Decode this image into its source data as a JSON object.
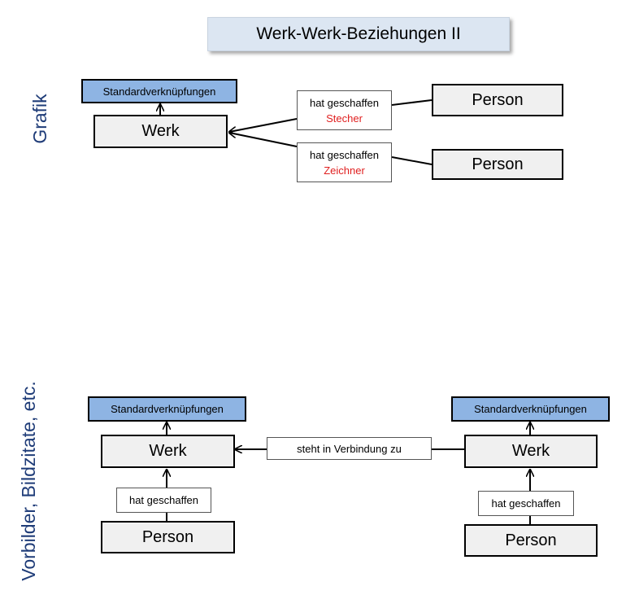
{
  "title": "Werk-Werk-Beziehungen II",
  "section_grafik": {
    "side_label": "Grafik",
    "standard": "Standardverknüpfungen",
    "werk": "Werk",
    "person_top": "Person",
    "person_bottom": "Person",
    "rel_top": {
      "line1": "hat geschaffen",
      "line2": "Stecher"
    },
    "rel_bottom": {
      "line1": "hat geschaffen",
      "line2": "Zeichner"
    }
  },
  "section_vorbilder": {
    "side_label": "Vorbilder, Bildzitate, etc.",
    "left": {
      "standard": "Standardverknüpfungen",
      "werk": "Werk",
      "rel": "hat geschaffen",
      "person": "Person"
    },
    "right": {
      "standard": "Standardverknüpfungen",
      "werk": "Werk",
      "rel": "hat geschaffen",
      "person": "Person"
    },
    "connection": "steht in Verbindung zu"
  },
  "colors": {
    "title_bg": "#dce6f2",
    "node_bg": "#f0f0f0",
    "standard_bg": "#8eb4e3",
    "role_text": "#e02020",
    "side_label": "#1f3c78"
  }
}
